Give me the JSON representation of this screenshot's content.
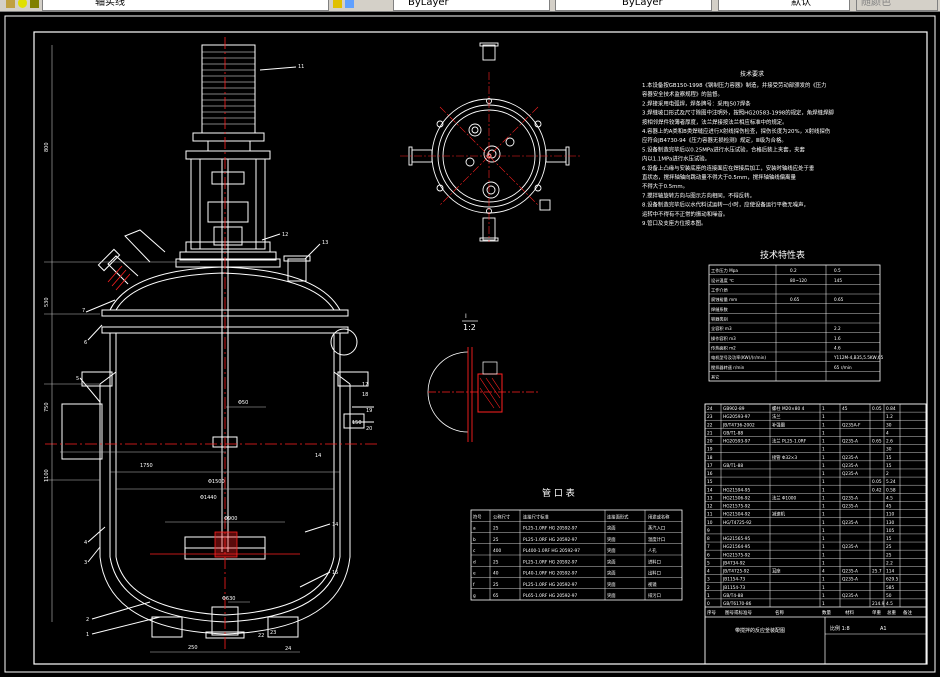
{
  "toolbar": {
    "layer_combo": "轴实线",
    "color_combo": "ByLayer",
    "linetype_combo": "ByLayer",
    "lineweight_combo": "默认",
    "plotstyle_combo": "随颜色"
  },
  "tech_req": {
    "title": "技术要求",
    "lines": [
      "1.本设备按GB150-1998《钢制压力容器》制造，并接受劳动部颁发的《压力",
      "容器安全技术监察规程》的监督。",
      "2.焊接采用电弧焊，焊条牌号：采用J507焊条",
      "3.焊缝坡口形式及尺寸除图中注明外，按照HG20583-1998的规定，角焊缝焊脚",
      "按相邻焊件较薄者厚度，法兰焊接按法兰相应标准中的规定。",
      "4.容器上的A类和B类焊缝应进行X射线探伤检查，探伤长度为20%，X射线探伤",
      "应符合JB4730-94《压力容器无损检测》规定，Ⅲ级为合格。",
      "5.设备制造完毕后以0.25MPa进行水压试验，合格后装上夹套，夹套",
      "内以1.1MPa进行水压试验。",
      "6.设备上凸缘与安装底座的连接面应在焊接后加工，安装时轴线应处于垂",
      "直状态，搅拌轴轴向跳动量不得大于0.5mm，搅拌轴轴线偏离量",
      "不得大于0.5mm。",
      "7.搅拌轴旋转方向与图示方向相同，不得反转。",
      "8.设备制造完毕后以水代料试运转一小时，应使设备运行平稳无噪声，",
      "运转中不得有不正常的振动和噪音。",
      "9.管口及支座方位按本图。"
    ]
  },
  "tech_table": {
    "title": "技术特性表",
    "rows": [
      [
        "工作压力 Mpa",
        "0.2",
        "0.5"
      ],
      [
        "设计温度 ℃",
        "80~120",
        "145"
      ],
      [
        "工作介质",
        "",
        ""
      ],
      [
        "腐蚀裕量 mm",
        "0.65",
        "0.65"
      ],
      [
        "焊缝系数",
        "",
        ""
      ],
      [
        "容器类别",
        "",
        ""
      ],
      [
        "全容积 m3",
        "",
        "2.2"
      ],
      [
        "操作容积 m3",
        "",
        "1.6"
      ],
      [
        "传热面积 m2",
        "",
        "4.6"
      ],
      [
        "电机型号及功率(KW)/(r/min)",
        "",
        "Y112M-4,B35,5.5KW,65"
      ],
      [
        "搅拌器转速 r/min",
        "",
        "65 r/min"
      ],
      [
        "其它",
        "",
        ""
      ]
    ]
  },
  "nozzle_table": {
    "title": "管 口 表",
    "headers": [
      "符号",
      "公称尺寸",
      "连接尺寸标准",
      "连接面形式",
      "用途或名称"
    ],
    "rows": [
      [
        "a",
        "25",
        "PL25-1.0RF HG 20592-97",
        "突面",
        "蒸汽入口"
      ],
      [
        "b",
        "25",
        "PL25-1.0RF HG 20592-97",
        "突面",
        "温度计口"
      ],
      [
        "c",
        "400",
        "PL400-1.0RF HG 20592-97",
        "突面",
        "人孔"
      ],
      [
        "d",
        "25",
        "PL25-1.0RF HG 20592-97",
        "突面",
        "进料口"
      ],
      [
        "e",
        "40",
        "PL40-1.0RF HG 20592-97",
        "突面",
        "出料口"
      ],
      [
        "f",
        "25",
        "PL25-1.0RF HG 20592-97",
        "突面",
        "视镜"
      ],
      [
        "g",
        "65",
        "PL65-1.0RF HG 20592-97",
        "突面",
        "排污口"
      ]
    ]
  },
  "bom": {
    "rows": [
      [
        "24",
        "GB902-89",
        "螺柱 M20×80 4",
        "1",
        "45",
        "0.05",
        "0.84"
      ],
      [
        "23",
        "HG20593-97",
        "法兰",
        "1",
        "",
        "",
        "1.2"
      ],
      [
        "22",
        "JB/T4736-2002",
        "补强圈",
        "1",
        "Q235A-F",
        "",
        "30"
      ],
      [
        "21",
        "GB/T1-88",
        "",
        "1",
        "",
        "",
        "4"
      ],
      [
        "20",
        "HG20593-97",
        "法兰 PL25-1.0RF",
        "1",
        "Q235-A",
        "0.65",
        "2.6"
      ],
      [
        "19",
        "",
        "",
        "1",
        "",
        "",
        "30"
      ],
      [
        "18",
        "",
        "接管 Φ32×3",
        "1",
        "Q235-A",
        "",
        "15"
      ],
      [
        "17",
        "GB/T1-88",
        "",
        "1",
        "Q235-A",
        "",
        "15"
      ],
      [
        "16",
        "",
        "",
        "1",
        "Q235-A",
        "",
        "2"
      ],
      [
        "15",
        "",
        "",
        "1",
        "",
        "0.05",
        "5.24"
      ],
      [
        "14",
        "HG21594-95",
        "",
        "1",
        "",
        "0.42",
        "0.58"
      ],
      [
        "13",
        "HG21506-92",
        "法兰 Φ1000",
        "1",
        "Q235-A",
        "",
        "4.5"
      ],
      [
        "12",
        "HG21575-92",
        "",
        "1",
        "Q235-A",
        "",
        "45"
      ],
      [
        "11",
        "HG21504-92",
        "减速机",
        "1",
        "",
        "",
        "110"
      ],
      [
        "10",
        "HG/T4725-92",
        "",
        "1",
        "Q235-A",
        "",
        "130"
      ],
      [
        "9",
        "",
        "",
        "1",
        "",
        "",
        "105"
      ],
      [
        "8",
        "HG21565-95",
        "",
        "1",
        "",
        "",
        "15"
      ],
      [
        "7",
        "HG21564-95",
        "",
        "1",
        "Q235-A",
        "",
        "25"
      ],
      [
        "6",
        "HG21575-92",
        "",
        "1",
        "",
        "",
        "25"
      ],
      [
        "5",
        "JB4734-92",
        "",
        "1",
        "",
        "",
        "2.2"
      ],
      [
        "4",
        "JB/T4725-92",
        "耳座",
        "4",
        "Q235-A",
        "25.7",
        "114"
      ],
      [
        "3",
        "JB1154-73",
        "",
        "1",
        "Q235-A",
        "",
        "629.5"
      ],
      [
        "2",
        "JB1154-73",
        "",
        "1",
        "",
        "",
        "585"
      ],
      [
        "1",
        "GB/T4-88",
        "",
        "1",
        "Q235-A",
        "",
        "50"
      ],
      [
        "0",
        "GB/T6170-86",
        "",
        "1",
        "",
        "214.9",
        "4.5"
      ]
    ],
    "header": [
      "序号",
      "图号或标准号",
      "名称",
      "数量",
      "材料",
      "单重",
      "总重",
      "备注"
    ],
    "title_block": "带搅拌的反应釜装配图",
    "scale": "比例 1:8",
    "sheet": "A1"
  },
  "section": {
    "label_num": "I",
    "label_scale": "1:2"
  },
  "dims": {
    "d1750": "1750",
    "d1500": "Φ1500",
    "d1440": "Φ1440",
    "d900": "Φ900",
    "d50": "Φ50",
    "d630": "Φ630",
    "d250": "250",
    "d14": "14",
    "d24": "24",
    "d150": "150",
    "h800": "800",
    "h530": "530",
    "h750": "750",
    "h1100": "1100"
  },
  "callouts": [
    "11",
    "12",
    "13",
    "7",
    "6",
    "5",
    "4",
    "3",
    "2",
    "1",
    "17",
    "18",
    "19",
    "20",
    "14",
    "15",
    "22",
    "23"
  ],
  "colors": {
    "toolbar_bg": "#d4d0c8",
    "canvas_bg": "#000000",
    "line_white": "#ffffff",
    "center_red": "#ff2020",
    "hatch": "#ff2020",
    "dim_cyan": "#c0c0c0"
  }
}
